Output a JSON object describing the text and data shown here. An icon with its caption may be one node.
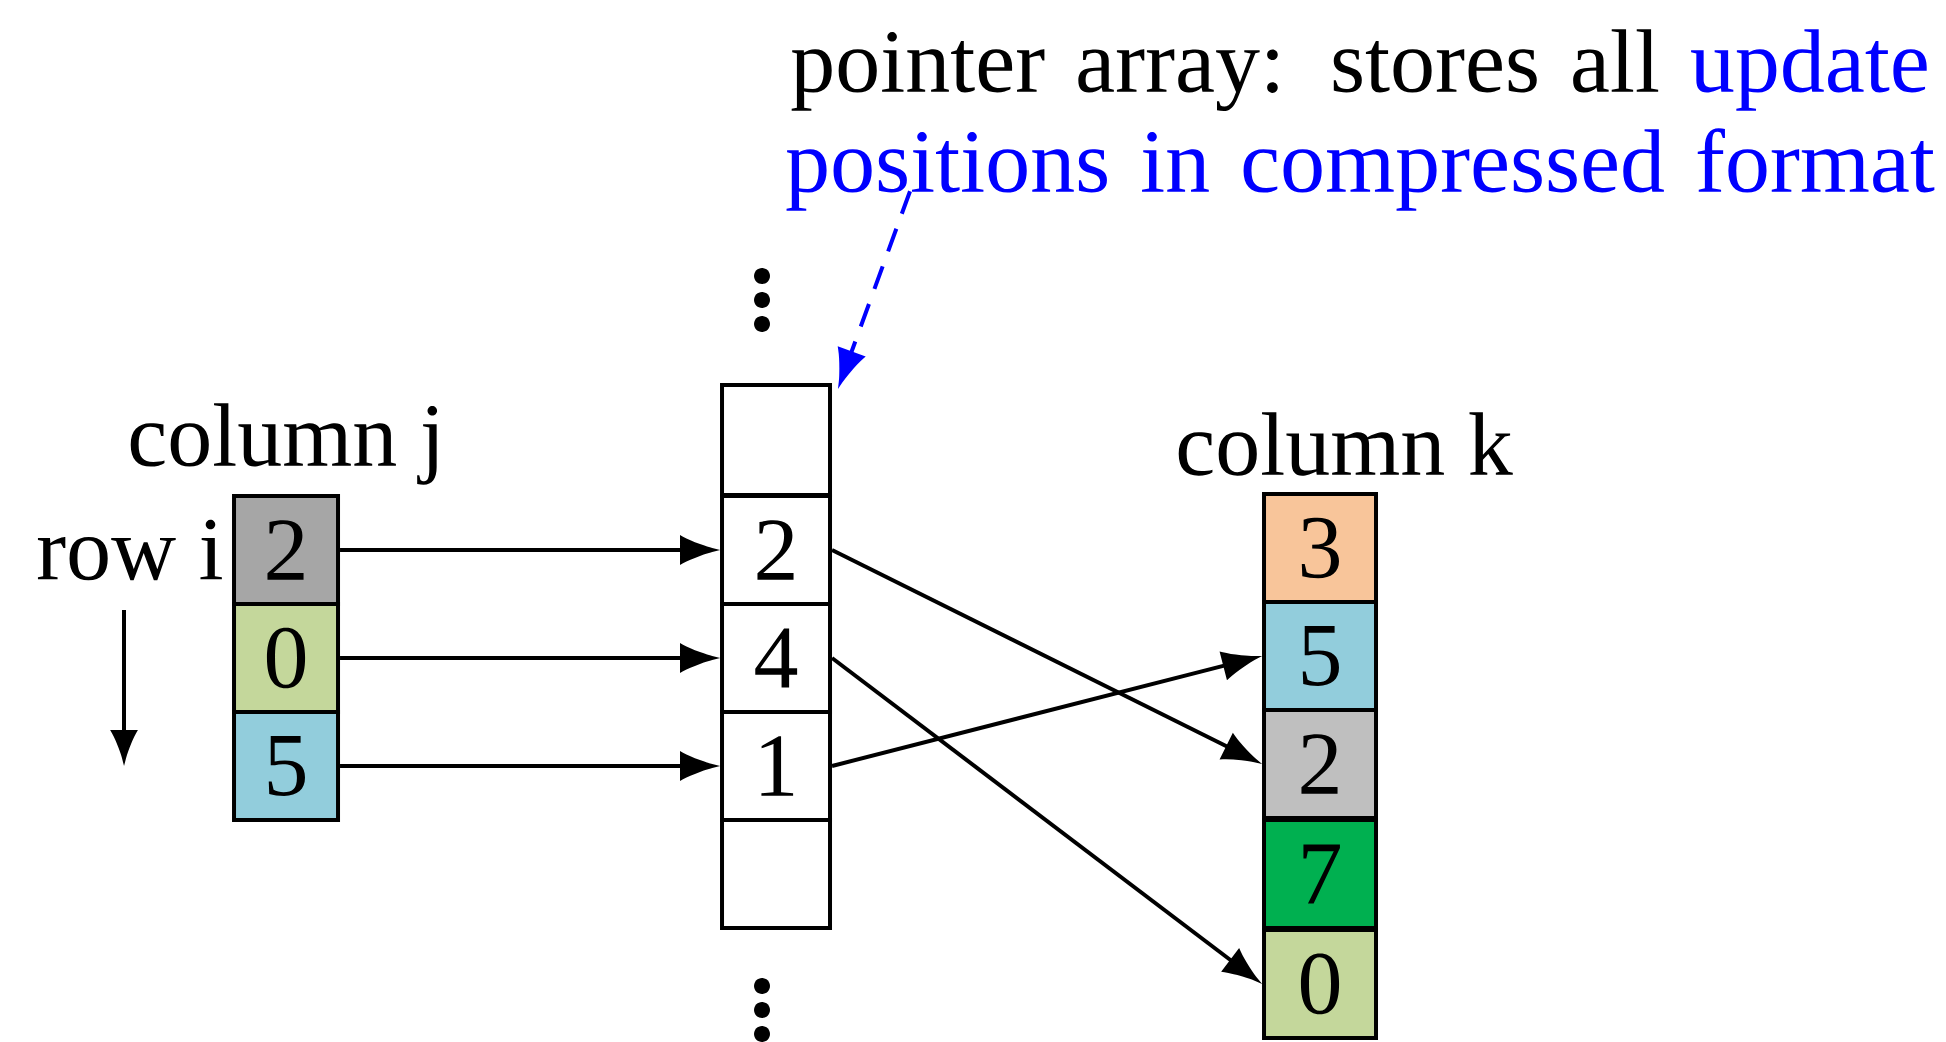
{
  "diagram": {
    "nodes": [
      {
        "text": [
          "pointer array: stores all",
          "update positions in compressed format"
        ]
      },
      {
        "text": [
          "2"
        ]
      },
      {
        "text": [
          "0"
        ]
      },
      {
        "text": [
          "5"
        ]
      },
      {
        "text": [],
        "shape": "box"
      },
      {
        "text": [
          "2"
        ]
      },
      {
        "text": [
          "4"
        ]
      },
      {
        "text": [
          "1"
        ]
      },
      {
        "text": [],
        "shape": "box"
      },
      {
        "text": [
          "3"
        ]
      },
      {
        "text": [
          "5"
        ]
      },
      {
        "text": [
          "2"
        ]
      },
      {
        "text": [
          "7"
        ]
      },
      {
        "text": [
          "0"
        ]
      }
    ],
    "edges": [
      {
        "from": 1,
        "to": 5,
        "arrow": "to"
      },
      {
        "from": 2,
        "to": 6,
        "arrow": "to"
      },
      {
        "from": 3,
        "to": 7,
        "arrow": "to"
      },
      {
        "from": 5,
        "to": 11,
        "arrow": "to"
      },
      {
        "from": 6,
        "to": 13,
        "arrow": "to"
      },
      {
        "from": 7,
        "to": 10,
        "arrow": "to"
      },
      {
        "from": 0,
        "to": 4,
        "arrow": "to",
        "style": "dashed",
        "color": "#0000ff"
      }
    ],
    "labels": [
      "column j",
      "row i",
      "column k"
    ]
  }
}
